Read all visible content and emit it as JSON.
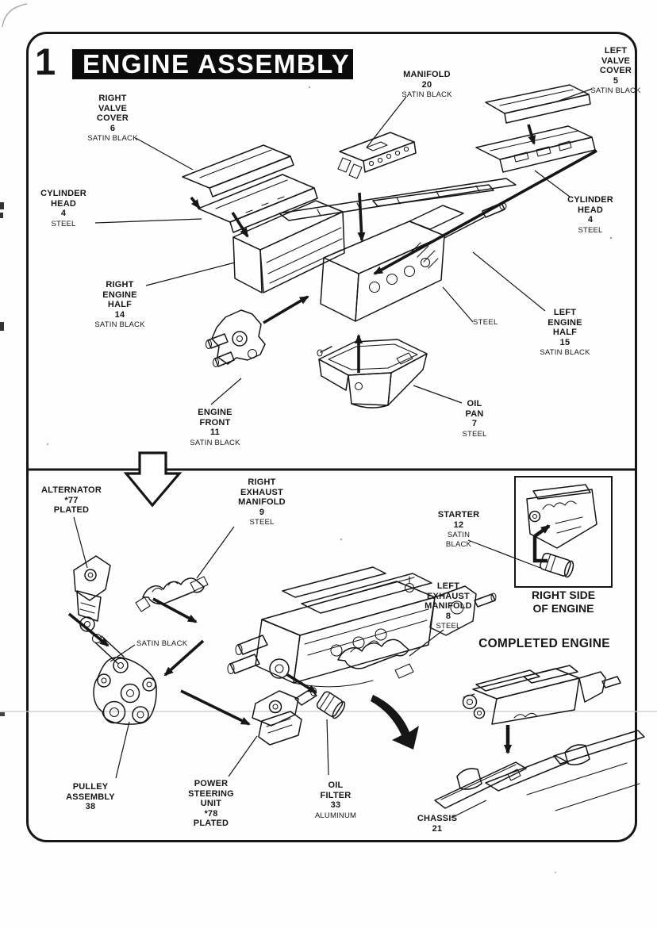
{
  "step": {
    "number": "1",
    "title": "ENGINE ASSEMBLY"
  },
  "colors": {
    "ink": "#161616",
    "paper": "#fefefe",
    "banner_bg": "#0b0b0b",
    "banner_text": "#ffffff"
  },
  "top_panel": {
    "right_valve_cover": {
      "l1": "RIGHT",
      "l2": "VALVE",
      "l3": "COVER",
      "num": "6",
      "mat": "SATIN BLACK"
    },
    "manifold": {
      "l1": "MANIFOLD",
      "num": "20",
      "mat": "SATIN BLACK"
    },
    "left_valve_cover": {
      "l1": "LEFT",
      "l2": "VALVE",
      "l3": "COVER",
      "num": "5",
      "mat": "SATIN BLACK"
    },
    "cylinder_head_left": {
      "l1": "CYLINDER",
      "l2": "HEAD",
      "num": "4",
      "mat": "STEEL"
    },
    "cylinder_head_right": {
      "l1": "CYLINDER",
      "l2": "HEAD",
      "num": "4",
      "mat": "STEEL"
    },
    "right_engine_half": {
      "l1": "RIGHT",
      "l2": "ENGINE",
      "l3": "HALF",
      "num": "14",
      "mat": "SATIN BLACK"
    },
    "left_engine_half": {
      "l1": "LEFT",
      "l2": "ENGINE",
      "l3": "HALF",
      "num": "15",
      "mat": "SATIN BLACK"
    },
    "engine_front": {
      "l1": "ENGINE",
      "l2": "FRONT",
      "num": "11",
      "mat": "SATIN BLACK"
    },
    "oil_pan": {
      "l1": "OIL",
      "l2": "PAN",
      "num": "7",
      "mat": "STEEL"
    },
    "steel_note": "STEEL"
  },
  "bottom_panel": {
    "alternator": {
      "l1": "ALTERNATOR",
      "num": "*77",
      "mat": "PLATED"
    },
    "right_exhaust_manifold": {
      "l1": "RIGHT",
      "l2": "EXHAUST",
      "l3": "MANIFOLD",
      "num": "9",
      "mat": "STEEL"
    },
    "starter": {
      "l1": "STARTER",
      "num": "12",
      "mat1": "SATIN",
      "mat2": "BLACK"
    },
    "left_exhaust_manifold": {
      "l1": "LEFT",
      "l2": "EXHAUST",
      "l3": "MANIFOLD",
      "num": "8",
      "mat": "STEEL"
    },
    "satin_black_note": "SATIN BLACK",
    "pulley_assembly": {
      "l1": "PULLEY",
      "l2": "ASSEMBLY",
      "num": "38"
    },
    "power_steering_unit": {
      "l1": "POWER",
      "l2": "STEERING",
      "l3": "UNIT",
      "num": "*78",
      "mat": "PLATED"
    },
    "oil_filter": {
      "l1": "OIL",
      "l2": "FILTER",
      "num": "33",
      "mat": "ALUMINUM"
    },
    "chassis": {
      "l1": "CHASSIS",
      "num": "21"
    },
    "inset_caption_l1": "RIGHT SIDE",
    "inset_caption_l2": "OF ENGINE",
    "completed_heading": "COMPLETED ENGINE"
  }
}
